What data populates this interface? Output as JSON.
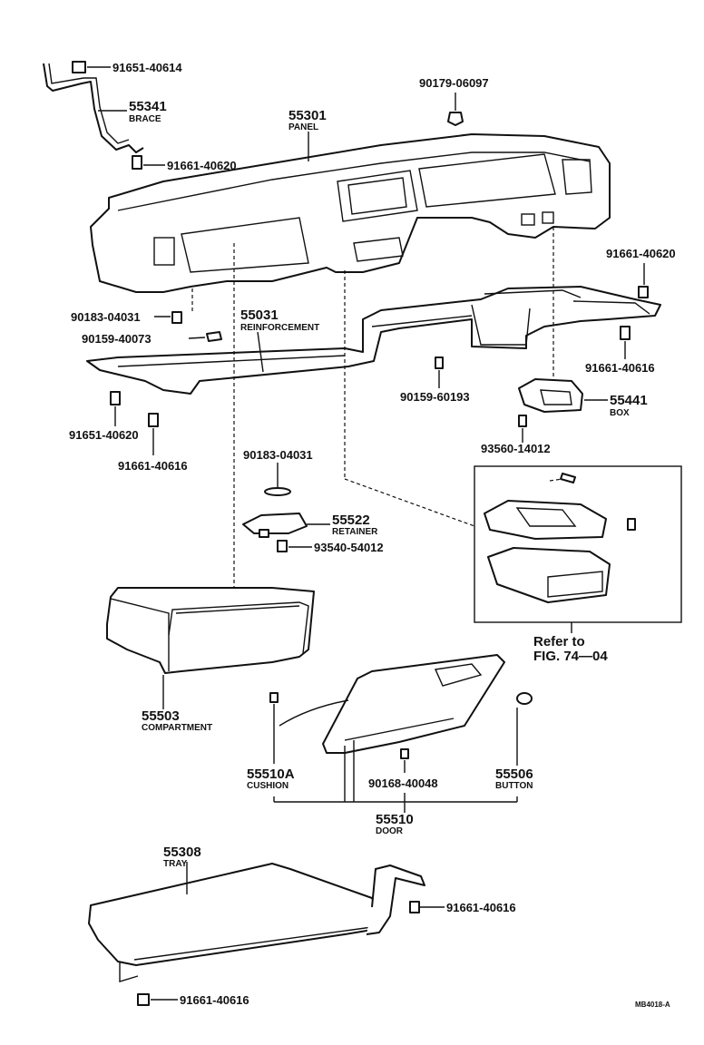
{
  "parts": {
    "p_91651_40614": "91651-40614",
    "p_55341": "55341",
    "n_brace": "BRACE",
    "p_91661_40620_a": "91661-40620",
    "p_55301": "55301",
    "n_panel": "PANEL",
    "p_90179_06097": "90179-06097",
    "p_91661_40620_b": "91661-40620",
    "p_90183_04031_a": "90183-04031",
    "p_55031": "55031",
    "n_reinforcement": "REINFORCEMENT",
    "p_90159_40073": "90159-40073",
    "p_91661_40616_a": "91661-40616",
    "p_90159_60193": "90159-60193",
    "p_55441": "55441",
    "n_box": "BOX",
    "p_91651_40620": "91651-40620",
    "p_91661_40616_b": "91661-40616",
    "p_93560_14012": "93560-14012",
    "p_90183_04031_b": "90183-04031",
    "p_55522": "55522",
    "n_retainer": "RETAINER",
    "p_93540_54012": "93540-54012",
    "ref_line1": "Refer to",
    "ref_line2": "FIG. 74—04",
    "p_55503": "55503",
    "n_compartment": "COMPARTMENT",
    "p_55510a": "55510A",
    "n_cushion": "CUSHION",
    "p_90168_40048": "90168-40048",
    "p_55506": "55506",
    "n_button": "BUTTON",
    "p_55510": "55510",
    "n_door": "DOOR",
    "p_55308": "55308",
    "n_tray": "TRAY",
    "p_91661_40616_c": "91661-40616",
    "p_91661_40616_d": "91661-40616",
    "fig_code": "MB4018-A"
  }
}
